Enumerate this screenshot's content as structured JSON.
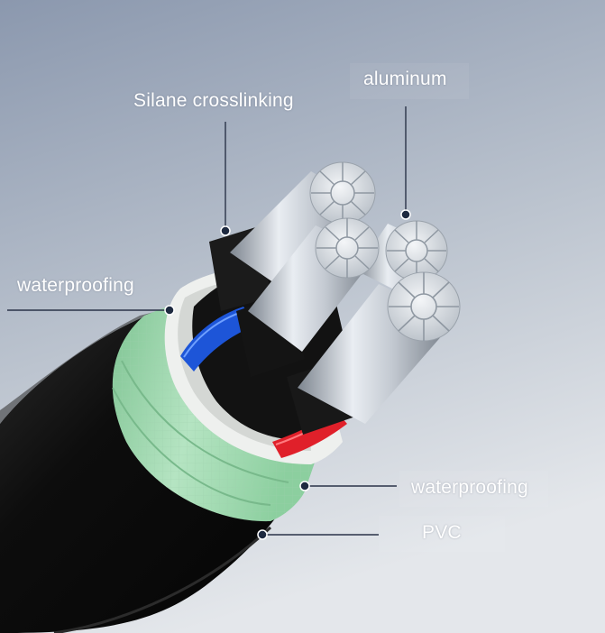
{
  "labels": {
    "silane_crosslinking": "Silane crosslinking",
    "aluminum": "aluminum",
    "waterproofing_upper": "waterproofing",
    "waterproofing_lower": "waterproofing",
    "pvc": "PVC"
  },
  "colors": {
    "background_top": "#8e9bb0",
    "background_bottom": "#dde2e7",
    "sheath": "#111111",
    "tape_green": "#a9dcb7",
    "insulation_black": "#161616",
    "core_blue": "#1a57e0",
    "core_red": "#e0202a",
    "aluminum": "#c9ced6",
    "leader_dot": "#1e2a40"
  },
  "icons": [
    "aluminum-conductor",
    "blue-phase-marker",
    "red-phase-marker"
  ]
}
